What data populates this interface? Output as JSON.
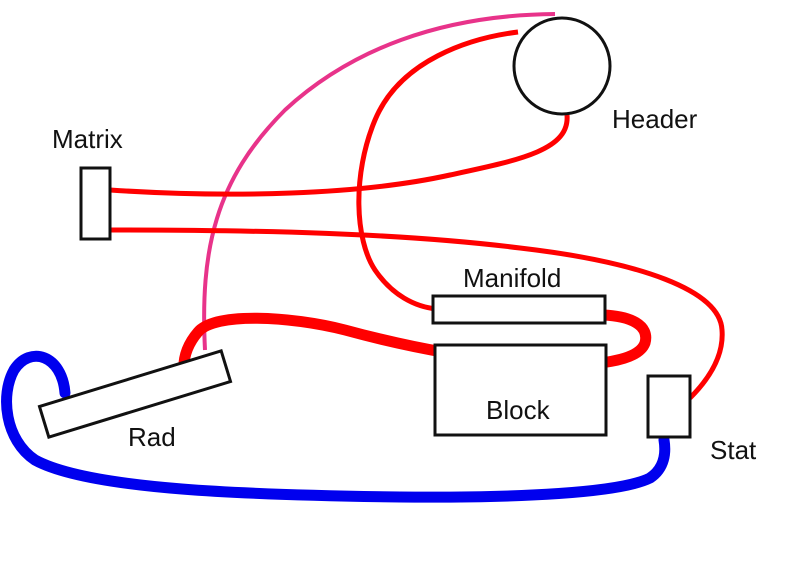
{
  "labels": {
    "matrix": "Matrix",
    "header": "Header",
    "manifold": "Manifold",
    "block": "Block",
    "rad": "Rad",
    "stat": "Stat"
  },
  "colors": {
    "hot": "#ff0000",
    "cold": "#0000ee",
    "pink": "#e8338a",
    "outline": "#111111",
    "background": "#ffffff"
  }
}
